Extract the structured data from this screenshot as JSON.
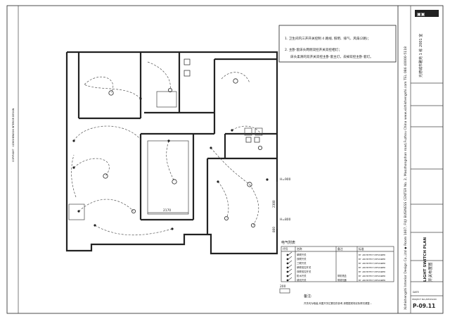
{
  "notes": {
    "line1": "1. 卫生间内三开开关控制 4 路线, 照明、排气、风扇(2路)；",
    "line2": "2. 主卧·套床头两侧双控开关双控相灯；",
    "line3": "床头柔滑的双开关双控主卧·套主灯，去掉双控主卧·套灯。"
  },
  "dimensions": {
    "h1": "H=900",
    "h2": "H=800",
    "vertical": "2300",
    "v2": "800",
    "horizontal": "2170",
    "scale": "200"
  },
  "legend": {
    "title": "电气附表",
    "headers": [
      "代号",
      "名称",
      "备注",
      "标准"
    ],
    "rows": [
      {
        "name": "单联开关",
        "note": "",
        "std": "BY ARCHITECT/DESIGNER"
      },
      {
        "name": "双联开关",
        "note": "",
        "std": "BY ARCHITECT/DESIGNER"
      },
      {
        "name": "三联开关",
        "note": "",
        "std": "BY ARCHITECT/DESIGNER"
      },
      {
        "name": "单联双控开关",
        "note": "",
        "std": "BY ARCHITECT/DESIGNER"
      },
      {
        "name": "双联双控开关",
        "note": "",
        "std": "BY ARCHITECT/DESIGNER"
      },
      {
        "name": "防水开关",
        "note": "带防溅盒",
        "std": "BY ARCHITECT/DESIGNER"
      },
      {
        "name": "调光开关",
        "note": "带调光器",
        "std": "BY ARCHITECT/DESIGNER"
      }
    ]
  },
  "remark": {
    "title": "备注:",
    "line1": "开关均为暗装,本图开关位置仅供参考,请根据现场实际情况调整...",
    "line2": ""
  },
  "titleblock": {
    "address": "Xizhishengshi Interior Design Co.,Ltd  ◆  Room 1607, FUJI BUSINESS CENTER No. 2, Maozhongshan road,Fuzhou China  www.xizhishengshi.com  TEL 086 40000-5118",
    "drawing_title": "LIGHT SWITCH PLAN",
    "drawing_title_cn": "开关布置图",
    "project_cn": "光德城市雅苑 1 栋 2001 室",
    "drawing_no": "P-09.11",
    "rev_label": "PROJECT NO./REVISION",
    "date_label": "DATE"
  }
}
